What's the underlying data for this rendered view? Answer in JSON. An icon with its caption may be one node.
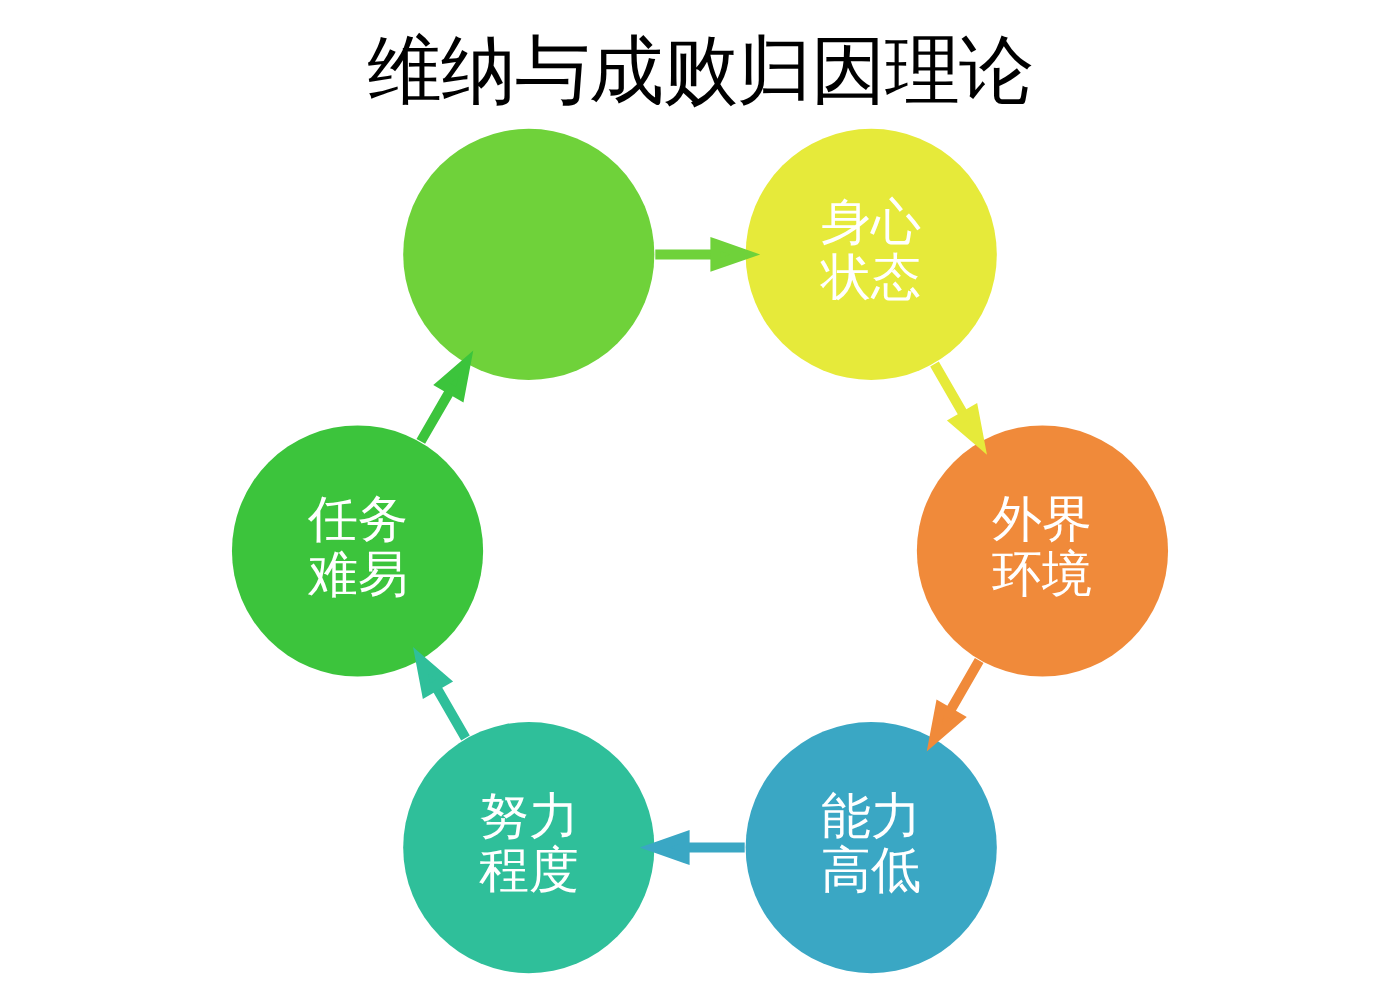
{
  "diagram": {
    "title": "维纳与成败归因理论",
    "nodes": [
      {
        "text": [
          "能力高低"
        ]
      },
      {
        "text": [
          "努力程度"
        ]
      },
      {
        "text": [
          "任务难易"
        ]
      },
      {
        "text": [],
        "shape": "circle"
      },
      {
        "text": [
          "身心状态"
        ]
      },
      {
        "text": [
          "外界环境"
        ]
      }
    ],
    "edges": [
      {
        "from": 0,
        "to": 1,
        "arrow": "to",
        "color": "#3aa7c4"
      },
      {
        "from": 1,
        "to": 2,
        "arrow": "to",
        "color": "#2fbf9a"
      },
      {
        "from": 2,
        "to": 3,
        "arrow": "to",
        "color": "#3cc43c"
      },
      {
        "from": 3,
        "to": 4,
        "arrow": "to",
        "color": "#6fd23a"
      },
      {
        "from": 4,
        "to": 5,
        "arrow": "to",
        "color": "#e6ea3a"
      },
      {
        "from": 5,
        "to": 0,
        "arrow": "to",
        "color": "#f08a3a"
      }
    ]
  }
}
